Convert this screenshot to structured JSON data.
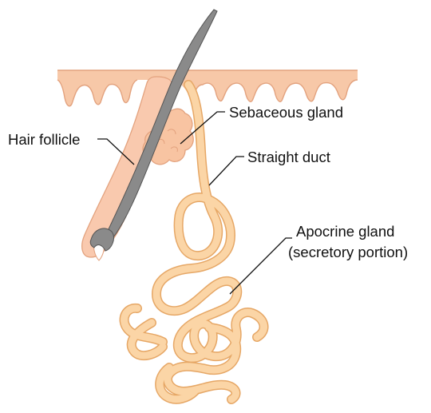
{
  "labels": {
    "hair_follicle": "Hair follicle",
    "sebaceous_gland": "Sebaceous gland",
    "straight_duct": "Straight duct",
    "apocrine_gland_line1": "Apocrine gland",
    "apocrine_gland_line2": "(secretory portion)"
  },
  "colors": {
    "skin_fill": "#f7c8a8",
    "skin_outline": "#e3a27e",
    "follicle_fill": "#f9c9ae",
    "hair": "#8a8a8a",
    "hair_outline": "#555555",
    "gland_fill": "#fbd5a6",
    "gland_outline": "#e6a766",
    "leader_line": "#111111"
  }
}
